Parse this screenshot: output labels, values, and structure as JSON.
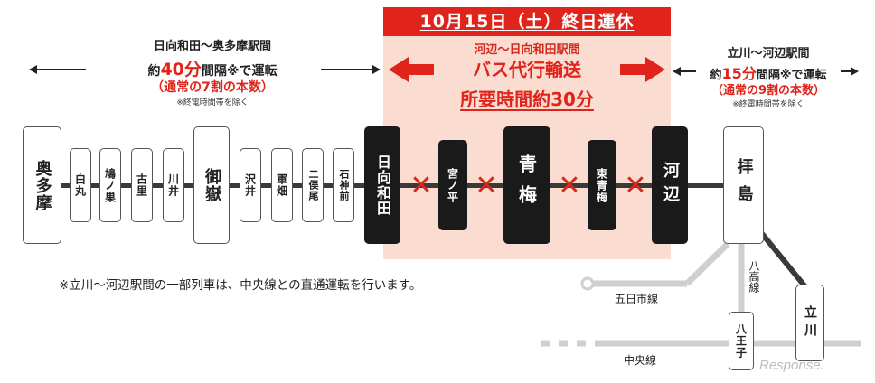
{
  "banner": "10月15日（土）終日運休",
  "left_info": {
    "section": "日向和田～奥多摩駅間",
    "interval_pre": "約",
    "interval_num": "40分",
    "interval_post": "間隔※で運転",
    "ratio": "（通常の7割の本数）",
    "footnote": "※終電時間帯を除く"
  },
  "center_info": {
    "section": "河辺～日向和田駅間",
    "service": "バス代行輸送",
    "duration": "所要時間約30分"
  },
  "right_info": {
    "section": "立川～河辺駅間",
    "interval_pre": "約",
    "interval_num": "15分",
    "interval_post": "間隔※で運転",
    "ratio": "（通常の9割の本数）",
    "footnote": "※終電時間帯を除く"
  },
  "stations": {
    "okutama": "奥多摩",
    "shiromaru": "白丸",
    "hatonosu": "鳩ノ巣",
    "kori": "古里",
    "kawai": "川井",
    "mitake": "御嶽",
    "sawai": "沢井",
    "ikusabata": "軍畑",
    "futamatao": "二俣尾",
    "ishigamimae": "石神前",
    "hinatawada": "日向和田",
    "miyanohira": "宮ノ平",
    "ome": "青梅",
    "higashiome": "東青梅",
    "kabe": "河辺",
    "haijima": "拝島",
    "hachioji": "八王子",
    "tachikawa": "立川"
  },
  "note": "※立川～河辺駅間の一部列車は、中央線との直通運転を行います。",
  "lines": {
    "itsukaichi": "五日市線",
    "hachiko": "八高線",
    "chuo": "中央線"
  },
  "watermark": "Response.",
  "colors": {
    "accent_red": "#e0241b",
    "pink_bg": "#fadcd0",
    "dark": "#1a1a1a",
    "gray_line": "#cfcfcf"
  }
}
